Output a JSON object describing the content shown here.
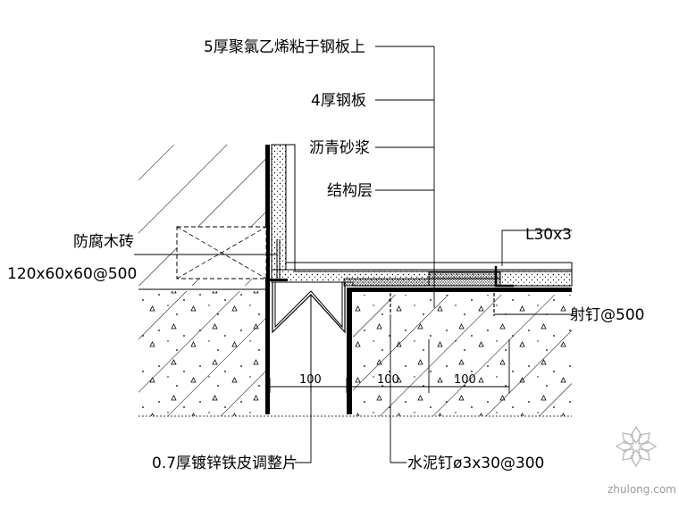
{
  "labels": {
    "pvc_layer": "5厚聚氯乙烯粘于钢板上",
    "steel_plate": "4厚钢板",
    "asphalt_mortar": "沥青砂浆",
    "structure": "结构层",
    "wood_brick": "防腐木砖",
    "wood_brick_spec": "120x60x60@500",
    "angle": "L30x3",
    "shot_nail": "射钉@500",
    "galvanized_sheet": "0.7厚镀锌铁皮调整片",
    "cement_nail": "水泥钉ø3x30@300"
  },
  "dimensions": [
    "100",
    "100",
    "100"
  ],
  "watermark": "zhulong.com"
}
